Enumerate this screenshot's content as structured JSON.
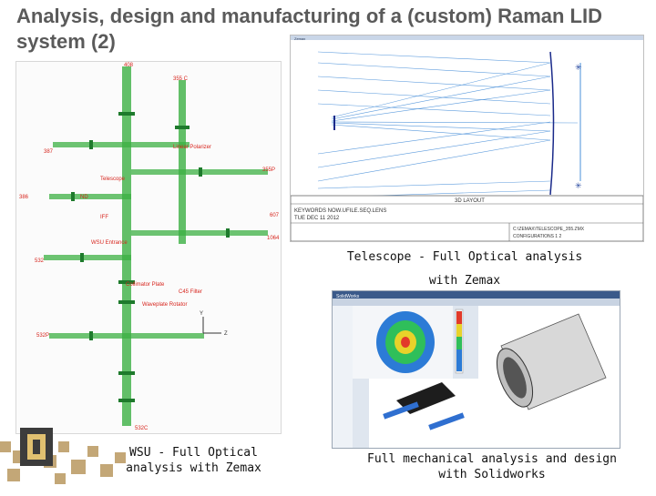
{
  "slide": {
    "title_line1": "Analysis, design and manufacturing of a (custom) Raman LID",
    "title_line2": "system (2)"
  },
  "captions": {
    "telescope": "Telescope - Full Optical analysis",
    "with_zemax": "with Zemax",
    "wsu_line1": "WSU - Full Optical",
    "wsu_line2": "analysis with Zemax",
    "solidworks_line1": "Full mechanical analysis and design",
    "solidworks_line2": "with Solidworks"
  },
  "wsu_diagram": {
    "wavelengths": [
      "408",
      "355 C",
      "387",
      "386",
      "607",
      "1064",
      "532",
      "532P",
      "532C",
      "355P"
    ],
    "components": [
      "ND",
      "IFF",
      "Linear Polarizer",
      "Waveplate Rotator",
      "C45 Filter",
      "Collimator Plate",
      "WSU Entrance",
      "Telescope"
    ],
    "axes": [
      "Y",
      "Z"
    ],
    "colors": {
      "beam": "#3cb043",
      "label": "#d7261e"
    }
  },
  "zemax": {
    "title_bar": "Zemax",
    "layout_label": "3D LAYOUT",
    "info_line1": "KEYWORDS NOW.UFILE.SEQ.LENS",
    "info_line2": "TUE DEC 11 2012",
    "file_line1": "C:\\ZEMAX\\TELESCOPE_355.ZMX",
    "file_line2": "CONFIGURATIONS 1 2"
  },
  "solidworks": {
    "app": "SolidWorks"
  }
}
